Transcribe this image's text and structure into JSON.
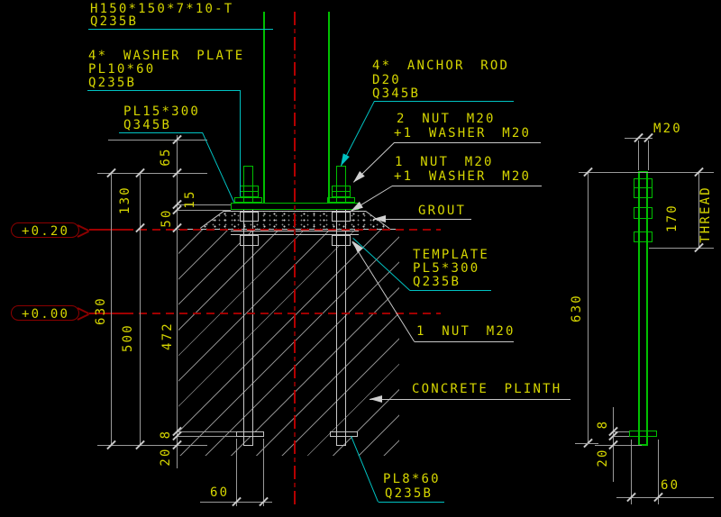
{
  "drawing": {
    "type": "cad-column-base-detail",
    "background": "#000000",
    "colors": {
      "entity_green": "#00bf00",
      "leader_cyan": "#00c2c2",
      "text_yellow": "#d6d600",
      "centerline_red": "#b40000",
      "level_red": "#a00000",
      "line_gray": "#c8c8c8",
      "hatch_gray": "#8a8a8a"
    }
  },
  "annotations": {
    "column": {
      "line1": "H150*150*7*10-T",
      "line2": "Q235B"
    },
    "washer_plate": {
      "line1": "4* WASHER PLATE",
      "line2": "PL10*60",
      "line3": "Q235B"
    },
    "base_plate": {
      "line1": "PL15*300",
      "line2": "Q345B"
    },
    "anchor_rod": {
      "line1": "4* ANCHOR ROD",
      "line2": "D20",
      "line3": "Q345B"
    },
    "top_nuts": {
      "line1": "2 NUT M20",
      "line2": "+1 WASHER M20"
    },
    "under_plate_nuts": {
      "line1": "1 NUT M20",
      "line2": "+1 WASHER M20"
    },
    "grout": {
      "line1": "GROUT"
    },
    "template": {
      "line1": "TEMPLATE",
      "line2": "PL5*300",
      "line3": "Q235B"
    },
    "template_nut": {
      "line1": "1 NUT M20"
    },
    "concrete": {
      "line1": "CONCRETE PLINTH"
    },
    "anchor_plate": {
      "line1": "PL8*60",
      "line2": "Q235B"
    }
  },
  "elevations": {
    "upper": "+0.20",
    "lower": "+0.00"
  },
  "dims_main": {
    "v65": "65",
    "v130": "130",
    "v15": "15",
    "v50": "50",
    "v630": "630",
    "v500": "500",
    "v472": "472",
    "v8": "8",
    "v20": "20",
    "h60": "60"
  },
  "dims_side": {
    "m20": "M20",
    "v170": "170",
    "thread": "THREAD",
    "v630": "630",
    "v8": "8",
    "v20": "20",
    "h60": "60"
  }
}
